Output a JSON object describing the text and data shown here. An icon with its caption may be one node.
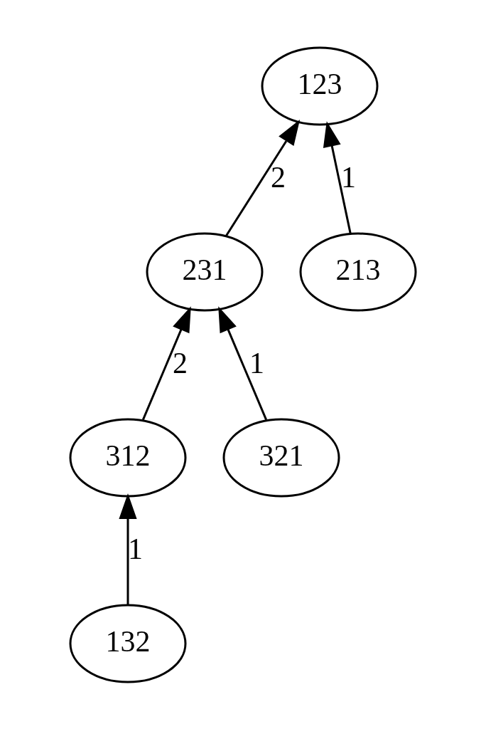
{
  "diagram": {
    "nodes": [
      {
        "text": [
          "123"
        ]
      },
      {
        "text": [
          "231"
        ]
      },
      {
        "text": [
          "213"
        ]
      },
      {
        "text": [
          "312"
        ]
      },
      {
        "text": [
          "321"
        ]
      },
      {
        "text": [
          "132"
        ]
      }
    ],
    "edges": [
      {
        "from": 1,
        "to": 0,
        "arrow": "to",
        "label": "2"
      },
      {
        "from": 2,
        "to": 0,
        "arrow": "to",
        "label": "1"
      },
      {
        "from": 3,
        "to": 1,
        "arrow": "to",
        "label": "2"
      },
      {
        "from": 4,
        "to": 1,
        "arrow": "to",
        "label": "1"
      },
      {
        "from": 5,
        "to": 3,
        "arrow": "to",
        "label": "1"
      }
    ]
  }
}
